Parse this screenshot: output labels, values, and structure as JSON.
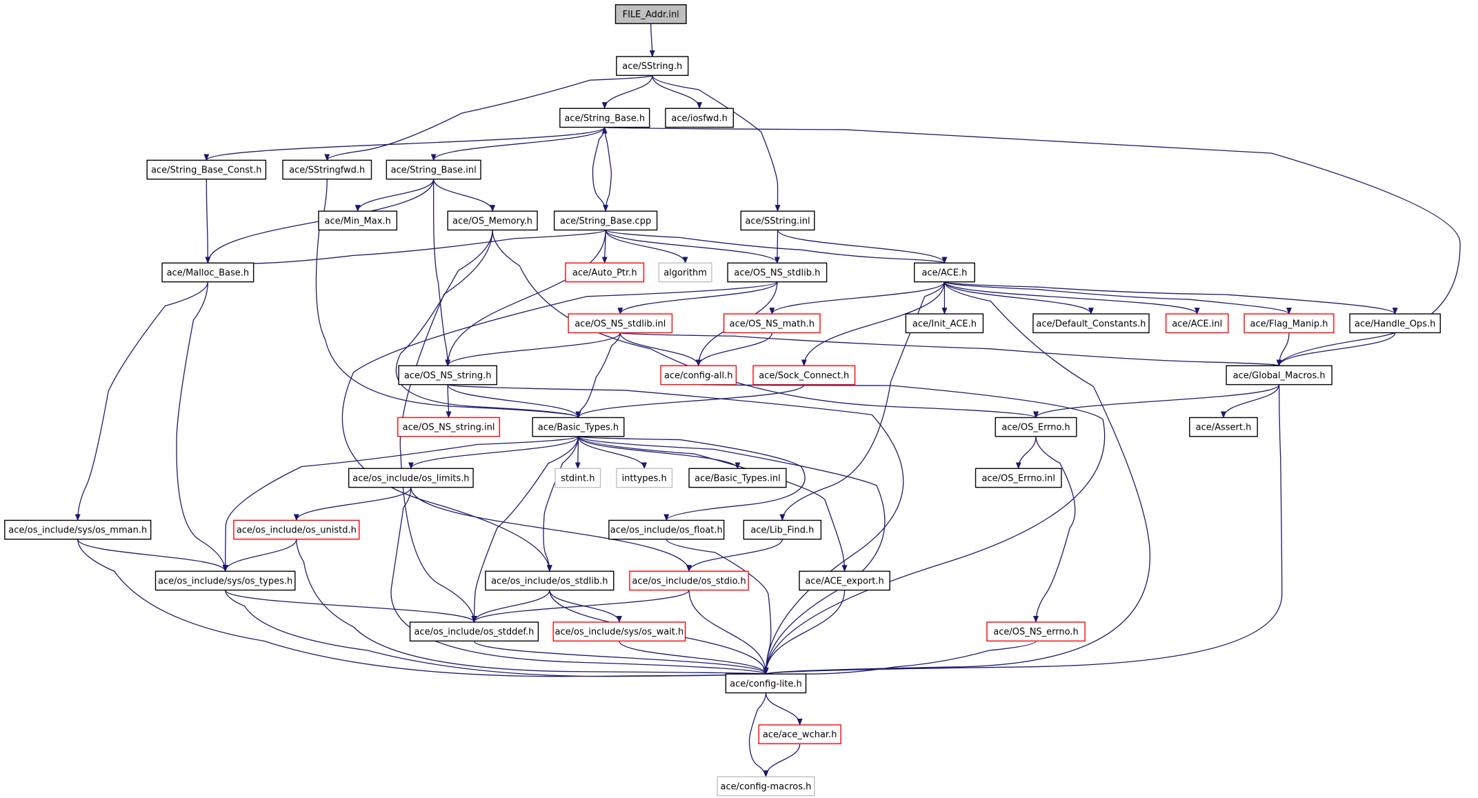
{
  "diagram": {
    "nodes": [
      {
        "id": "file_addr_inl",
        "label": "FILE_Addr.inl",
        "style": "root"
      },
      {
        "id": "sstring_h",
        "label": "ace/SString.h",
        "style": "std"
      },
      {
        "id": "string_base_h",
        "label": "ace/String_Base.h",
        "style": "std"
      },
      {
        "id": "iosfwd_h",
        "label": "ace/iosfwd.h",
        "style": "std"
      },
      {
        "id": "string_base_const_h",
        "label": "ace/String_Base_Const.h",
        "style": "std"
      },
      {
        "id": "sstringfwd_h",
        "label": "ace/SStringfwd.h",
        "style": "std"
      },
      {
        "id": "string_base_inl",
        "label": "ace/String_Base.inl",
        "style": "std"
      },
      {
        "id": "min_max_h",
        "label": "ace/Min_Max.h",
        "style": "std"
      },
      {
        "id": "os_memory_h",
        "label": "ace/OS_Memory.h",
        "style": "std"
      },
      {
        "id": "string_base_cpp",
        "label": "ace/String_Base.cpp",
        "style": "std"
      },
      {
        "id": "sstring_inl",
        "label": "ace/SString.inl",
        "style": "std"
      },
      {
        "id": "malloc_base_h",
        "label": "ace/Malloc_Base.h",
        "style": "std"
      },
      {
        "id": "auto_ptr_h",
        "label": "ace/Auto_Ptr.h",
        "style": "red"
      },
      {
        "id": "algorithm",
        "label": "algorithm",
        "style": "gray"
      },
      {
        "id": "os_ns_stdlib_h",
        "label": "ace/OS_NS_stdlib.h",
        "style": "std"
      },
      {
        "id": "ace_h",
        "label": "ace/ACE.h",
        "style": "std"
      },
      {
        "id": "os_ns_stdlib_inl",
        "label": "ace/OS_NS_stdlib.inl",
        "style": "red"
      },
      {
        "id": "os_ns_math_h",
        "label": "ace/OS_NS_math.h",
        "style": "red"
      },
      {
        "id": "init_ace_h",
        "label": "ace/Init_ACE.h",
        "style": "std"
      },
      {
        "id": "default_constants_h",
        "label": "ace/Default_Constants.h",
        "style": "std"
      },
      {
        "id": "ace_inl",
        "label": "ace/ACE.inl",
        "style": "red"
      },
      {
        "id": "flag_manip_h",
        "label": "ace/Flag_Manip.h",
        "style": "red"
      },
      {
        "id": "handle_ops_h",
        "label": "ace/Handle_Ops.h",
        "style": "std"
      },
      {
        "id": "os_ns_string_h",
        "label": "ace/OS_NS_string.h",
        "style": "std"
      },
      {
        "id": "config_all_h",
        "label": "ace/config-all.h",
        "style": "red"
      },
      {
        "id": "sock_connect_h",
        "label": "ace/Sock_Connect.h",
        "style": "red"
      },
      {
        "id": "global_macros_h",
        "label": "ace/Global_Macros.h",
        "style": "std"
      },
      {
        "id": "os_ns_string_inl",
        "label": "ace/OS_NS_string.inl",
        "style": "red"
      },
      {
        "id": "basic_types_h",
        "label": "ace/Basic_Types.h",
        "style": "std"
      },
      {
        "id": "os_errno_h",
        "label": "ace/OS_Errno.h",
        "style": "std"
      },
      {
        "id": "assert_h",
        "label": "ace/Assert.h",
        "style": "std"
      },
      {
        "id": "os_limits_h",
        "label": "ace/os_include/os_limits.h",
        "style": "std"
      },
      {
        "id": "stdint_h",
        "label": "stdint.h",
        "style": "gray"
      },
      {
        "id": "inttypes_h",
        "label": "inttypes.h",
        "style": "gray"
      },
      {
        "id": "basic_types_inl",
        "label": "ace/Basic_Types.inl",
        "style": "std"
      },
      {
        "id": "os_errno_inl",
        "label": "ace/OS_Errno.inl",
        "style": "std"
      },
      {
        "id": "os_mman_h",
        "label": "ace/os_include/sys/os_mman.h",
        "style": "std"
      },
      {
        "id": "os_unistd_h",
        "label": "ace/os_include/os_unistd.h",
        "style": "red"
      },
      {
        "id": "os_float_h",
        "label": "ace/os_include/os_float.h",
        "style": "std"
      },
      {
        "id": "lib_find_h",
        "label": "ace/Lib_Find.h",
        "style": "std"
      },
      {
        "id": "os_types_h",
        "label": "ace/os_include/sys/os_types.h",
        "style": "std"
      },
      {
        "id": "os_stdlib_h",
        "label": "ace/os_include/os_stdlib.h",
        "style": "std"
      },
      {
        "id": "os_stdio_h",
        "label": "ace/os_include/os_stdio.h",
        "style": "red"
      },
      {
        "id": "ace_export_h",
        "label": "ace/ACE_export.h",
        "style": "std"
      },
      {
        "id": "os_stddef_h",
        "label": "ace/os_include/os_stddef.h",
        "style": "std"
      },
      {
        "id": "os_wait_h",
        "label": "ace/os_include/sys/os_wait.h",
        "style": "red"
      },
      {
        "id": "os_ns_errno_h",
        "label": "ace/OS_NS_errno.h",
        "style": "red"
      },
      {
        "id": "config_lite_h",
        "label": "ace/config-lite.h",
        "style": "std"
      },
      {
        "id": "ace_wchar_h",
        "label": "ace/ace_wchar.h",
        "style": "red"
      },
      {
        "id": "config_macros_h",
        "label": "ace/config-macros.h",
        "style": "gray"
      }
    ],
    "edges": [
      [
        "file_addr_inl",
        "sstring_h"
      ],
      [
        "sstring_h",
        "string_base_h"
      ],
      [
        "sstring_h",
        "iosfwd_h"
      ],
      [
        "sstring_h",
        "sstringfwd_h"
      ],
      [
        "sstring_h",
        "sstring_inl"
      ],
      [
        "string_base_h",
        "string_base_const_h"
      ],
      [
        "string_base_h",
        "string_base_inl"
      ],
      [
        "string_base_h",
        "string_base_cpp"
      ],
      [
        "string_base_h",
        "global_macros_h"
      ],
      [
        "string_base_const_h",
        "malloc_base_h"
      ],
      [
        "sstringfwd_h",
        "basic_types_h"
      ],
      [
        "string_base_inl",
        "malloc_base_h"
      ],
      [
        "string_base_inl",
        "min_max_h"
      ],
      [
        "string_base_inl",
        "os_memory_h"
      ],
      [
        "string_base_inl",
        "os_ns_string_h"
      ],
      [
        "os_memory_h",
        "basic_types_h"
      ],
      [
        "os_memory_h",
        "os_errno_h"
      ],
      [
        "os_memory_h",
        "os_stddef_h"
      ],
      [
        "string_base_cpp",
        "string_base_h"
      ],
      [
        "string_base_cpp",
        "malloc_base_h"
      ],
      [
        "string_base_cpp",
        "auto_ptr_h"
      ],
      [
        "string_base_cpp",
        "algorithm"
      ],
      [
        "string_base_cpp",
        "os_ns_stdlib_h"
      ],
      [
        "string_base_cpp",
        "os_ns_string_h"
      ],
      [
        "string_base_cpp",
        "ace_h"
      ],
      [
        "sstring_inl",
        "os_ns_stdlib_h"
      ],
      [
        "sstring_inl",
        "ace_h"
      ],
      [
        "malloc_base_h",
        "os_mman_h"
      ],
      [
        "malloc_base_h",
        "os_types_h"
      ],
      [
        "os_ns_stdlib_h",
        "os_ns_stdlib_inl"
      ],
      [
        "os_ns_stdlib_h",
        "config_all_h"
      ],
      [
        "os_ns_stdlib_h",
        "os_stdlib_h"
      ],
      [
        "ace_h",
        "os_ns_math_h"
      ],
      [
        "ace_h",
        "init_ace_h"
      ],
      [
        "ace_h",
        "default_constants_h"
      ],
      [
        "ace_h",
        "ace_inl"
      ],
      [
        "ace_h",
        "flag_manip_h"
      ],
      [
        "ace_h",
        "handle_ops_h"
      ],
      [
        "ace_h",
        "sock_connect_h"
      ],
      [
        "ace_h",
        "lib_find_h"
      ],
      [
        "ace_h",
        "config_lite_h"
      ],
      [
        "os_ns_stdlib_inl",
        "os_ns_string_h"
      ],
      [
        "os_ns_stdlib_inl",
        "config_all_h"
      ],
      [
        "os_ns_stdlib_inl",
        "global_macros_h"
      ],
      [
        "os_ns_stdlib_inl",
        "basic_types_h"
      ],
      [
        "os_ns_math_h",
        "config_all_h"
      ],
      [
        "flag_manip_h",
        "global_macros_h"
      ],
      [
        "handle_ops_h",
        "global_macros_h"
      ],
      [
        "os_ns_string_h",
        "os_ns_string_inl"
      ],
      [
        "os_ns_string_h",
        "basic_types_h"
      ],
      [
        "os_ns_string_h",
        "config_lite_h"
      ],
      [
        "config_all_h",
        "config_lite_h"
      ],
      [
        "sock_connect_h",
        "basic_types_h"
      ],
      [
        "global_macros_h",
        "os_errno_h"
      ],
      [
        "global_macros_h",
        "assert_h"
      ],
      [
        "global_macros_h",
        "config_lite_h"
      ],
      [
        "basic_types_h",
        "os_limits_h"
      ],
      [
        "basic_types_h",
        "stdint_h"
      ],
      [
        "basic_types_h",
        "inttypes_h"
      ],
      [
        "basic_types_h",
        "basic_types_inl"
      ],
      [
        "basic_types_h",
        "os_float_h"
      ],
      [
        "basic_types_h",
        "os_types_h"
      ],
      [
        "basic_types_h",
        "os_stdlib_h"
      ],
      [
        "basic_types_h",
        "os_stddef_h"
      ],
      [
        "basic_types_h",
        "ace_export_h"
      ],
      [
        "basic_types_h",
        "config_lite_h"
      ],
      [
        "os_errno_h",
        "os_errno_inl"
      ],
      [
        "os_errno_h",
        "os_ns_errno_h"
      ],
      [
        "os_limits_h",
        "os_unistd_h"
      ],
      [
        "os_limits_h",
        "os_stdio_h"
      ],
      [
        "os_limits_h",
        "config_lite_h"
      ],
      [
        "os_mman_h",
        "os_types_h"
      ],
      [
        "os_mman_h",
        "config_lite_h"
      ],
      [
        "os_unistd_h",
        "os_types_h"
      ],
      [
        "os_unistd_h",
        "config_lite_h"
      ],
      [
        "os_float_h",
        "config_lite_h"
      ],
      [
        "lib_find_h",
        "os_stdio_h"
      ],
      [
        "os_types_h",
        "os_stddef_h"
      ],
      [
        "os_types_h",
        "config_lite_h"
      ],
      [
        "os_stdlib_h",
        "os_stddef_h"
      ],
      [
        "os_stdlib_h",
        "os_wait_h"
      ],
      [
        "os_stdlib_h",
        "config_lite_h"
      ],
      [
        "os_stdio_h",
        "os_stddef_h"
      ],
      [
        "os_stdio_h",
        "config_lite_h"
      ],
      [
        "ace_export_h",
        "config_lite_h"
      ],
      [
        "os_stddef_h",
        "config_lite_h"
      ],
      [
        "os_wait_h",
        "config_lite_h"
      ],
      [
        "os_ns_errno_h",
        "config_lite_h"
      ],
      [
        "config_lite_h",
        "ace_wchar_h"
      ],
      [
        "config_lite_h",
        "config_macros_h"
      ],
      [
        "ace_wchar_h",
        "config_macros_h"
      ]
    ]
  }
}
